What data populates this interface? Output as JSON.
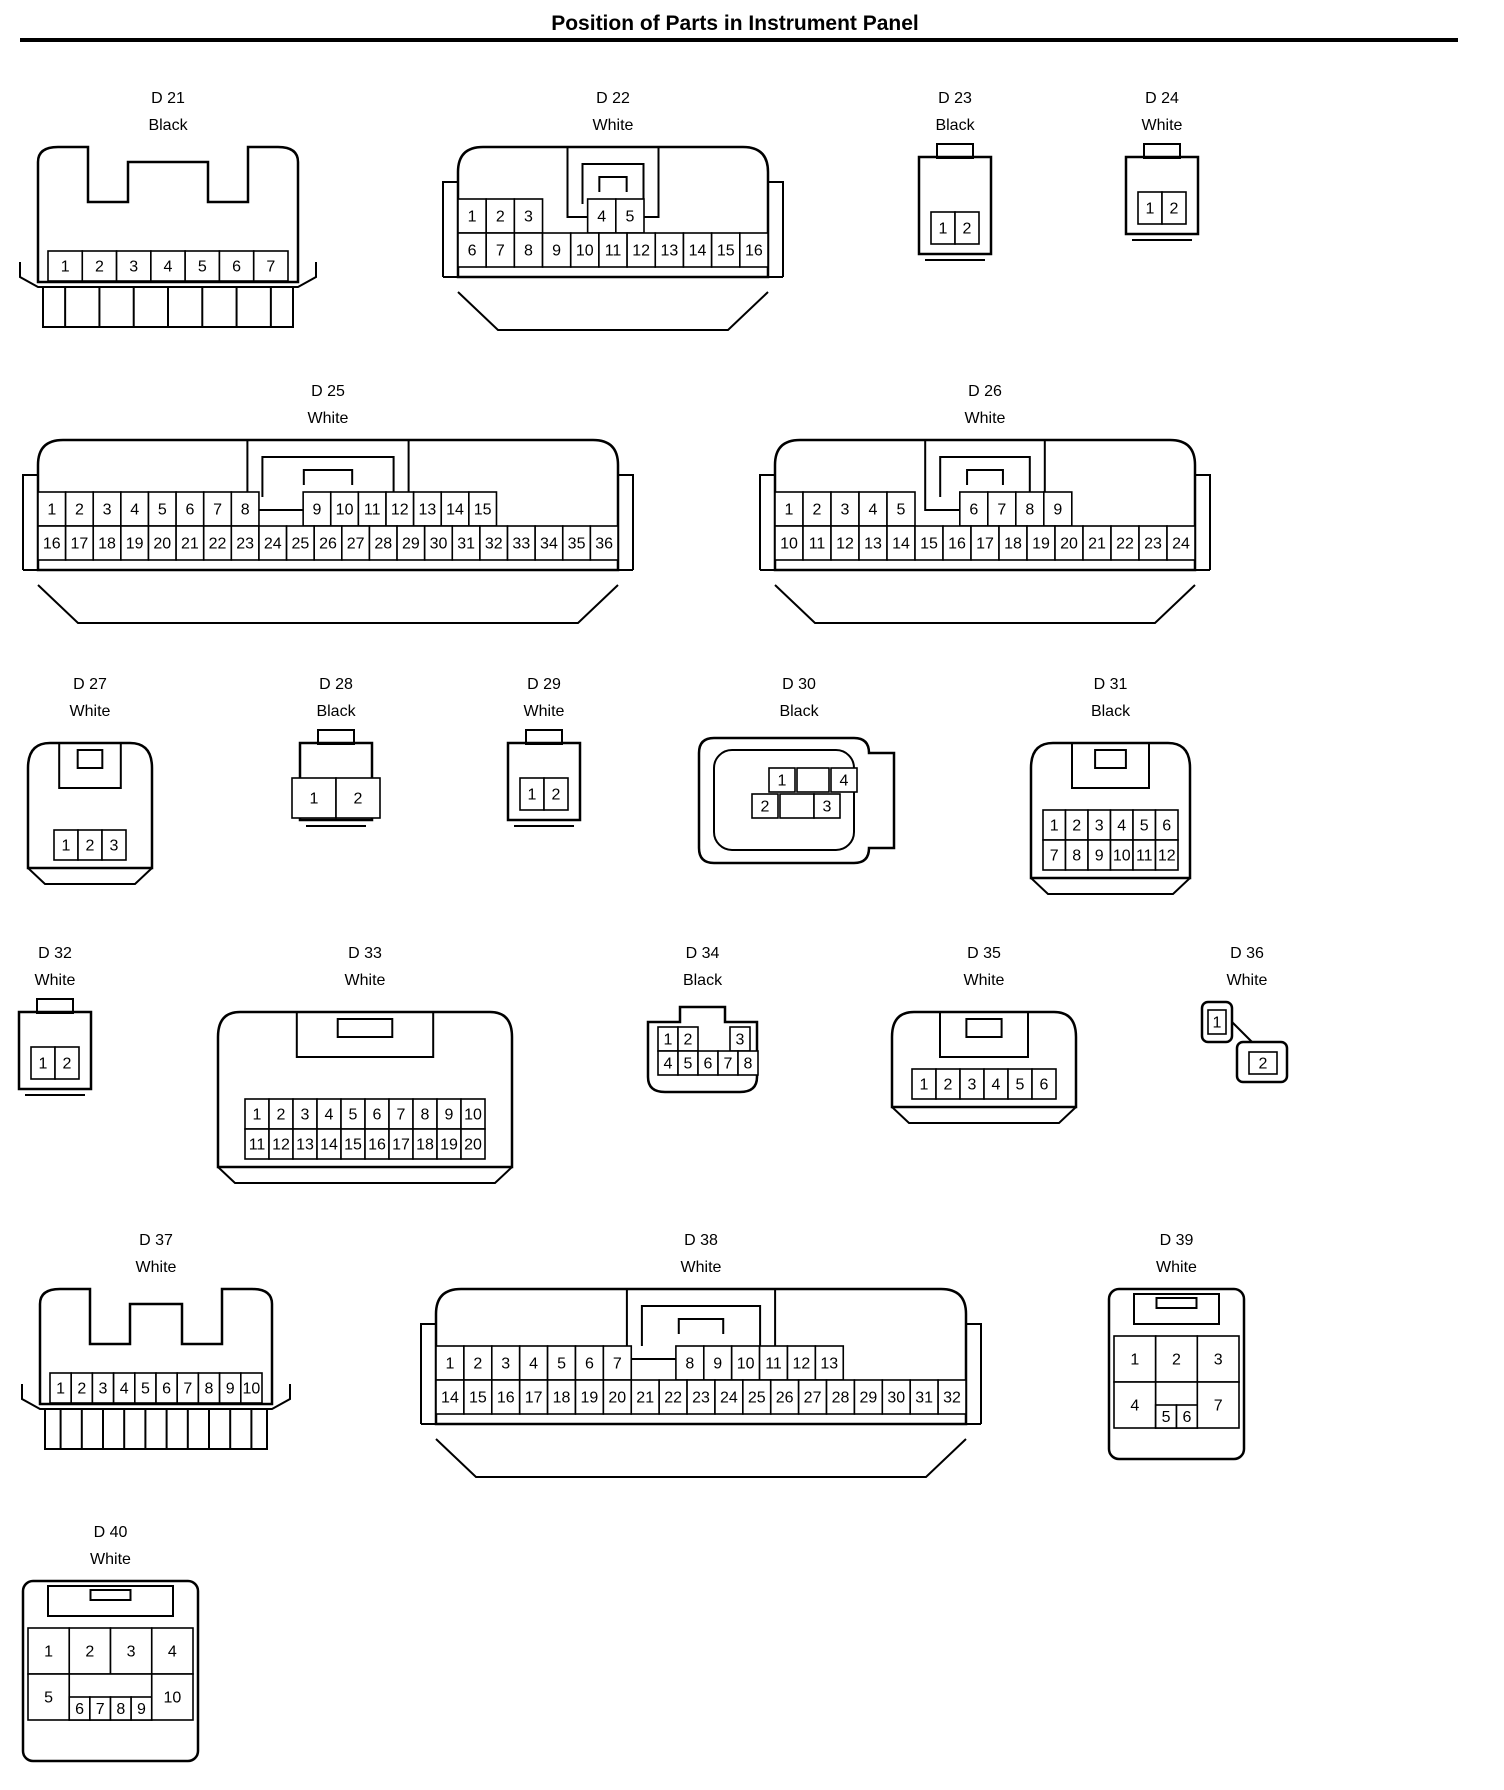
{
  "title": "Position of Parts in Instrument Panel",
  "connectors": [
    {
      "id": "D 21",
      "color": "Black",
      "type": "c7",
      "rows": [
        [
          1,
          2,
          3,
          4,
          5,
          6,
          7
        ]
      ]
    },
    {
      "id": "D 22",
      "color": "White",
      "type": "m",
      "rows": [
        [
          1,
          2,
          3,
          null,
          4,
          5
        ],
        [
          6,
          7,
          8,
          9,
          10,
          11,
          12,
          13,
          14,
          15,
          16
        ]
      ]
    },
    {
      "id": "D 23",
      "color": "Black",
      "type": "s2",
      "rows": [
        [
          1,
          2
        ]
      ]
    },
    {
      "id": "D 24",
      "color": "White",
      "type": "s2",
      "rows": [
        [
          1,
          2
        ]
      ]
    },
    {
      "id": "D 25",
      "color": "White",
      "type": "m",
      "rows": [
        [
          1,
          2,
          3,
          4,
          5,
          6,
          7,
          8,
          null,
          9,
          10,
          11,
          12,
          13,
          14,
          15
        ],
        [
          16,
          17,
          18,
          19,
          20,
          21,
          22,
          23,
          24,
          25,
          26,
          27,
          28,
          29,
          30,
          31,
          32,
          33,
          34,
          35,
          36
        ]
      ]
    },
    {
      "id": "D 26",
      "color": "White",
      "type": "m",
      "rows": [
        [
          1,
          2,
          3,
          4,
          5,
          null,
          6,
          7,
          8,
          9
        ],
        [
          10,
          11,
          12,
          13,
          14,
          15,
          16,
          17,
          18,
          19,
          20,
          21,
          22,
          23,
          24
        ]
      ]
    },
    {
      "id": "D 27",
      "color": "White",
      "type": "g",
      "rows": [
        [
          1,
          2,
          3
        ]
      ]
    },
    {
      "id": "D 28",
      "color": "Black",
      "type": "s2w",
      "rows": [
        [
          1,
          2
        ]
      ]
    },
    {
      "id": "D 29",
      "color": "White",
      "type": "s2",
      "rows": [
        [
          1,
          2
        ]
      ]
    },
    {
      "id": "D 30",
      "color": "Black",
      "type": "d30",
      "rows": [
        [
          1,
          4
        ],
        [
          2,
          3
        ]
      ]
    },
    {
      "id": "D 31",
      "color": "Black",
      "type": "g",
      "rows": [
        [
          1,
          2,
          3,
          4,
          5,
          6
        ],
        [
          7,
          8,
          9,
          10,
          11,
          12
        ]
      ]
    },
    {
      "id": "D 32",
      "color": "White",
      "type": "s2",
      "rows": [
        [
          1,
          2
        ]
      ]
    },
    {
      "id": "D 33",
      "color": "White",
      "type": "g",
      "rows": [
        [
          1,
          2,
          3,
          4,
          5,
          6,
          7,
          8,
          9,
          10
        ],
        [
          11,
          12,
          13,
          14,
          15,
          16,
          17,
          18,
          19,
          20
        ]
      ]
    },
    {
      "id": "D 34",
      "color": "Black",
      "type": "d34",
      "rows": [
        [
          1,
          2,
          null,
          3
        ],
        [
          4,
          5,
          6,
          7,
          8
        ]
      ]
    },
    {
      "id": "D 35",
      "color": "White",
      "type": "g",
      "rows": [
        [
          1,
          2,
          3,
          4,
          5,
          6
        ]
      ]
    },
    {
      "id": "D 36",
      "color": "White",
      "type": "d36",
      "rows": [
        [
          1
        ],
        [
          2
        ]
      ]
    },
    {
      "id": "D 37",
      "color": "White",
      "type": "c7",
      "rows": [
        [
          1,
          2,
          3,
          4,
          5,
          6,
          7,
          8,
          9,
          10
        ]
      ]
    },
    {
      "id": "D 38",
      "color": "White",
      "type": "m",
      "rows": [
        [
          1,
          2,
          3,
          4,
          5,
          6,
          7,
          null,
          8,
          9,
          10,
          11,
          12,
          13
        ],
        [
          14,
          15,
          16,
          17,
          18,
          19,
          20,
          21,
          22,
          23,
          24,
          25,
          26,
          27,
          28,
          29,
          30,
          31,
          32
        ]
      ]
    },
    {
      "id": "D 39",
      "color": "White",
      "type": "q",
      "rows": [
        [
          1,
          2,
          3
        ],
        [
          4,
          5,
          6,
          7
        ]
      ]
    },
    {
      "id": "D 40",
      "color": "White",
      "type": "q",
      "rows": [
        [
          1,
          2,
          3,
          4
        ],
        [
          5,
          6,
          7,
          8,
          9,
          10
        ]
      ]
    }
  ]
}
